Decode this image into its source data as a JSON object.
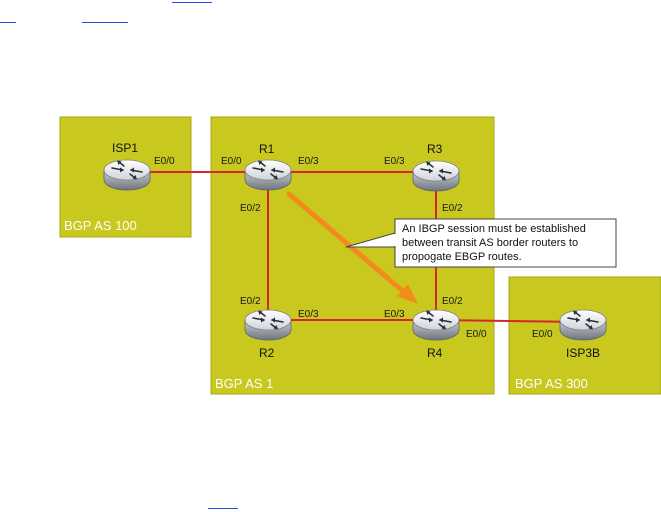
{
  "colors": {
    "as_box_fill": "#c8c81e",
    "as_box_stroke": "#a7a713",
    "link": "#d5272b",
    "ibgp_arrow": "#f28a1c",
    "link_stub": "#1f4fd8"
  },
  "as_boxes": {
    "as100": "BGP AS 100",
    "as1": "BGP AS 1",
    "as300": "BGP AS 300"
  },
  "routers": {
    "isp1": "ISP1",
    "r1": "R1",
    "r2": "R2",
    "r3": "R3",
    "r4": "R4",
    "isp3b": "ISP3B"
  },
  "interfaces": {
    "isp1_r1": "E0/0",
    "r1_isp1": "E0/0",
    "r1_r3": "E0/3",
    "r3_r1": "E0/3",
    "r1_r2": "E0/2",
    "r3_r4": "E0/2",
    "r2_r1": "E0/2",
    "r2_r4": "E0/3",
    "r4_r2": "E0/3",
    "r4_r3": "E0/2",
    "r4_isp3b": "E0/0",
    "isp3b_r4": "E0/0"
  },
  "icons": {
    "router": "router-icon"
  },
  "callout": {
    "line1": "An IBGP session must be established",
    "line2": "between transit AS border routers to",
    "line3": "propogate EBGP routes."
  }
}
